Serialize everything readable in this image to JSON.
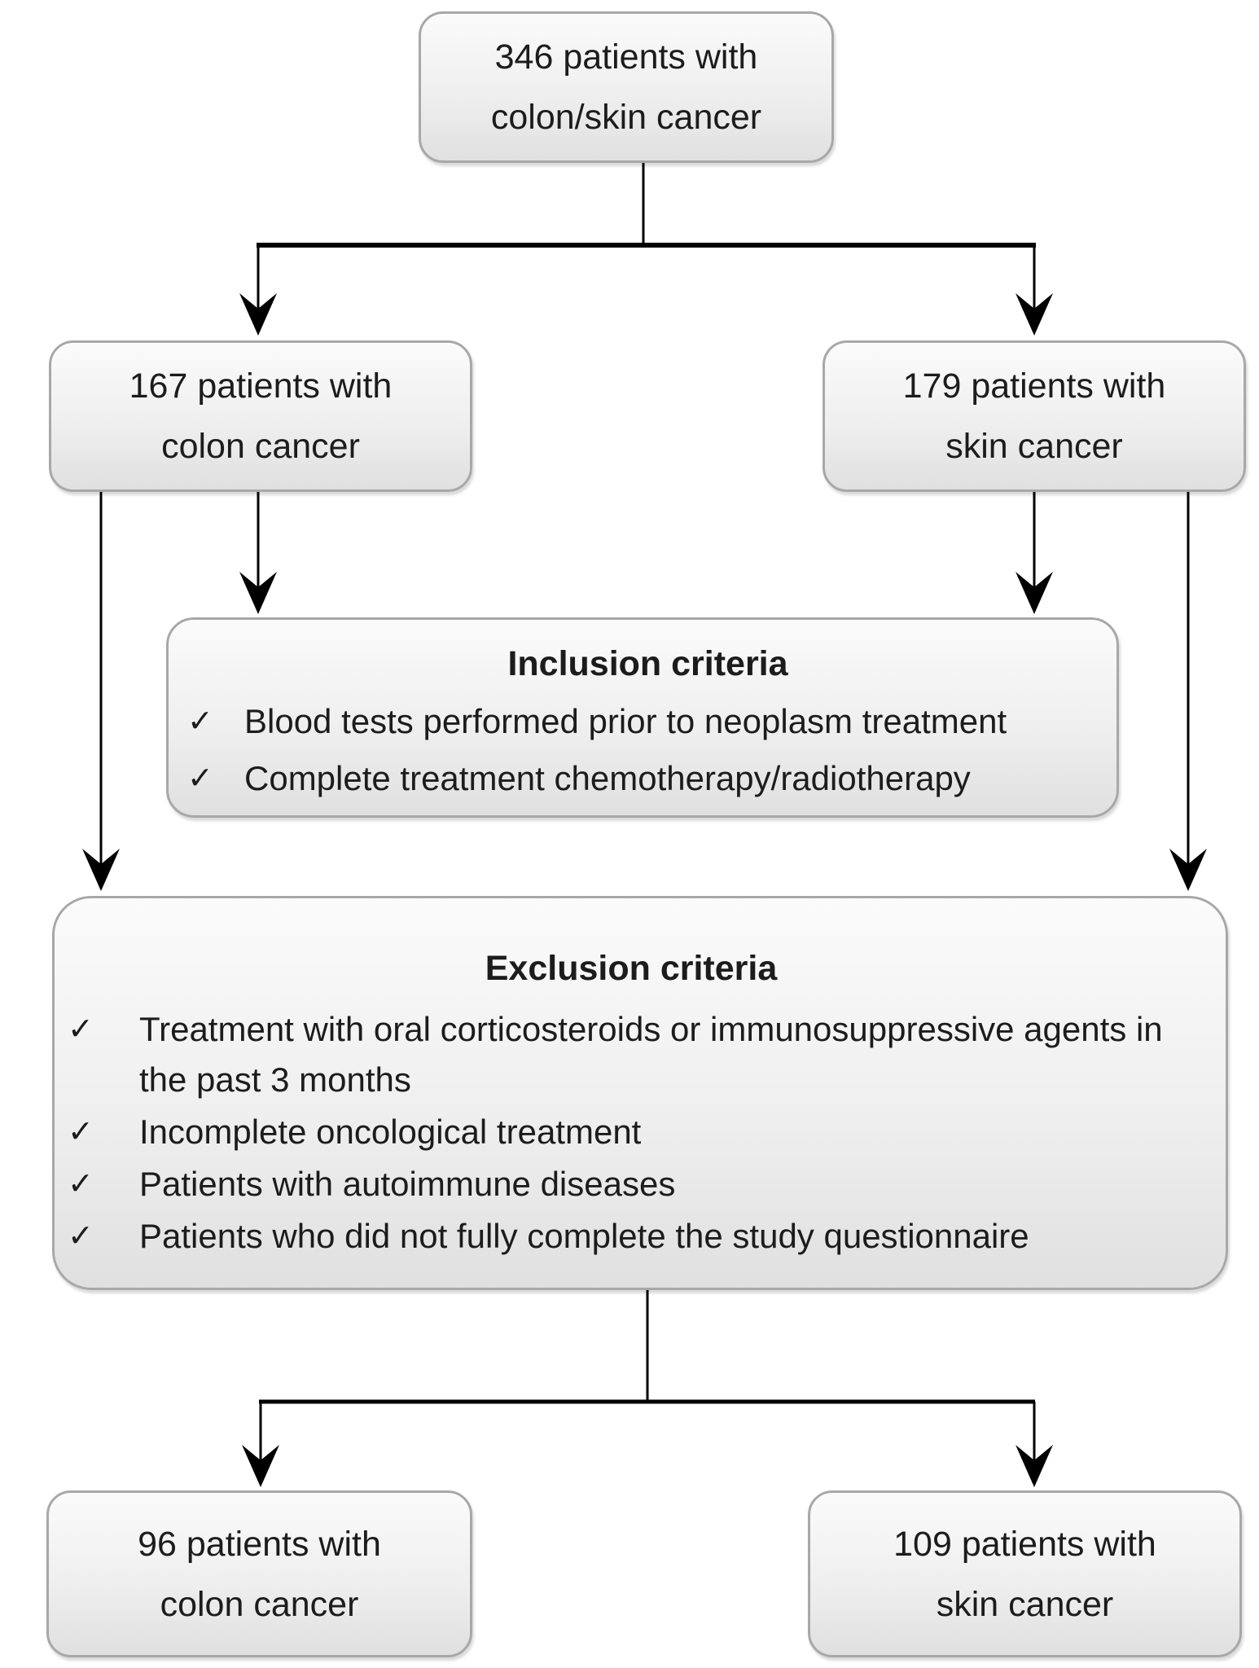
{
  "flowchart": {
    "type": "patient-selection-flow",
    "boxes": {
      "total": {
        "line1": "346 patients with",
        "line2": "colon/skin cancer"
      },
      "colon_initial": {
        "line1": "167 patients with",
        "line2": "colon cancer"
      },
      "skin_initial": {
        "line1": "179 patients with",
        "line2": "skin cancer"
      },
      "colon_final": {
        "line1": "96 patients with",
        "line2": "colon cancer"
      },
      "skin_final": {
        "line1": "109 patients with",
        "line2": "skin cancer"
      }
    },
    "inclusion": {
      "title": "Inclusion criteria",
      "items": [
        "Blood tests performed prior to neoplasm treatment",
        "Complete treatment chemotherapy/radiotherapy"
      ]
    },
    "exclusion": {
      "title": "Exclusion criteria",
      "items": [
        "Treatment with oral corticosteroids or immunosuppressive agents in the past 3 months",
        "Incomplete oncological treatment",
        "Patients with autoimmune diseases",
        "Patients who did not fully complete the study questionnaire"
      ]
    },
    "icons": {
      "check": "✓"
    },
    "colors": {
      "box_fill_top": "#fbfbfb",
      "box_fill_mid": "#efefef",
      "box_fill_bottom": "#e0e0e0",
      "box_border": "#a8a8a8",
      "line": "#000000",
      "text": "#1c1c1c"
    }
  }
}
